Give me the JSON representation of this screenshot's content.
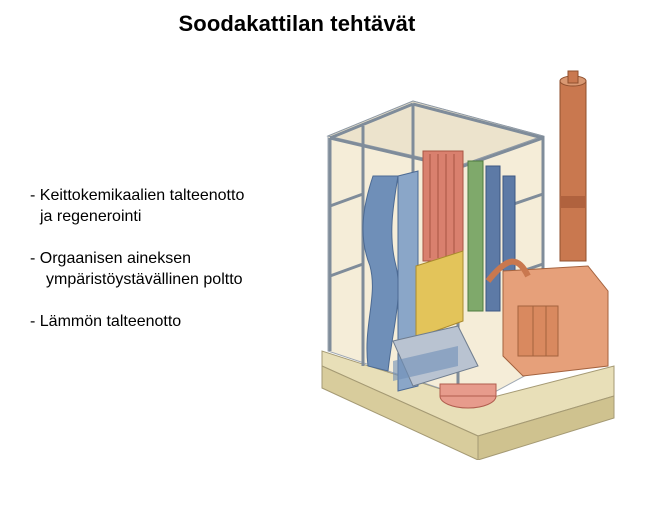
{
  "title": "Soodakattilan tehtävät",
  "bullets": [
    {
      "line1": "- Keittokemikaalien talteenotto",
      "line2": "ja regenerointi"
    },
    {
      "line1": "- Orgaanisen aineksen",
      "line2": "ympäristöystävällinen poltto"
    },
    {
      "line1": "- Lämmön talteenotto",
      "line2": ""
    }
  ],
  "colors": {
    "frame": "#7f8c9a",
    "blue_duct": "#6f8fb8",
    "red_superheater": "#d9806e",
    "yellow_economizer": "#e3c45a",
    "copper_stack": "#c9784f",
    "base": "#e8dfb8"
  }
}
